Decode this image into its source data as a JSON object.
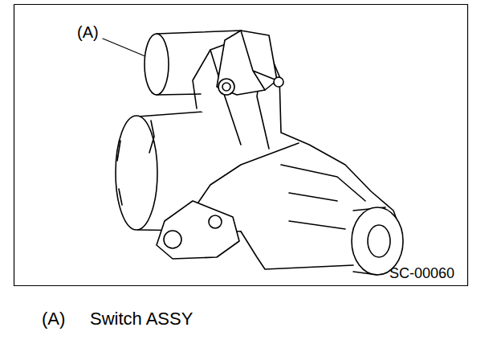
{
  "diagram": {
    "labels": [
      "(A)",
      "SC-00060",
      "(A)",
      "Switch ASSY"
    ]
  }
}
